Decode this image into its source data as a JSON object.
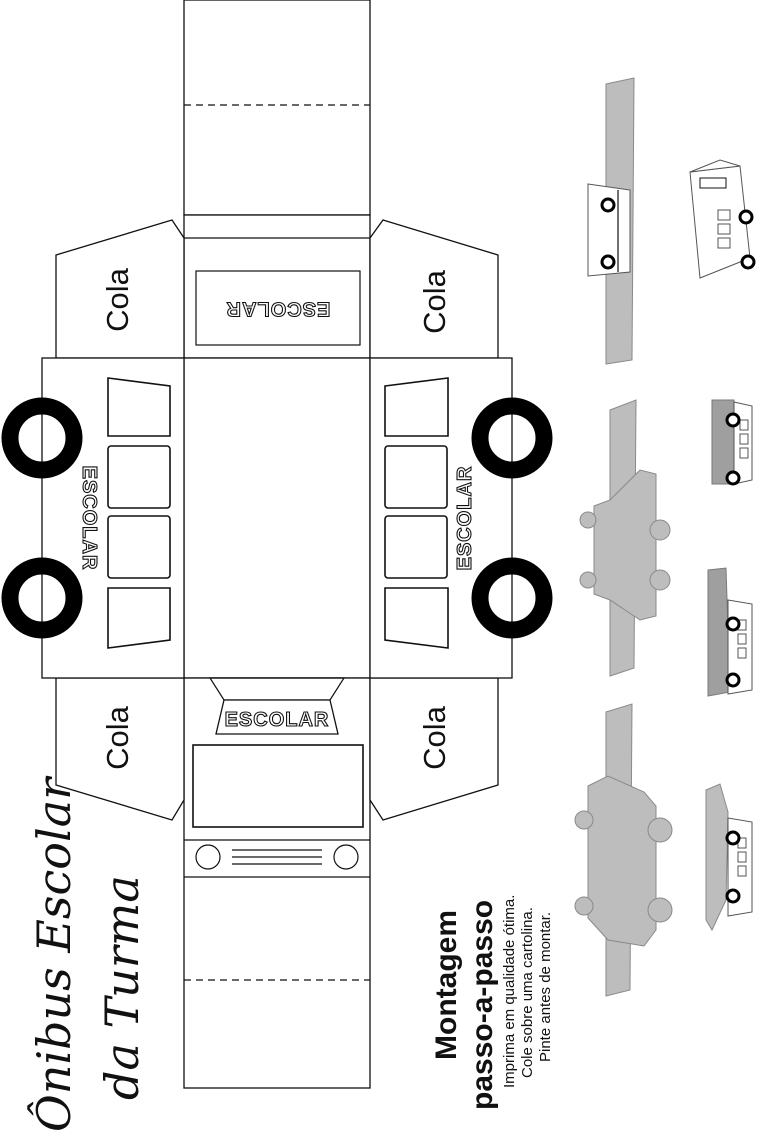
{
  "title": {
    "line1": "Ônibus Escolar",
    "line2": "da Turma"
  },
  "template": {
    "glue_label": "Cola",
    "bus_label": "ESCOLAR"
  },
  "instructions": {
    "heading_line1": "Montagem",
    "heading_line2": "passo-a-passo",
    "steps": [
      "Imprima em qualidade ótima.",
      "Cole sobre uma cartolina.",
      "Pinte antes de montar."
    ]
  },
  "colors": {
    "outline": "#111111",
    "step_fill": "#bdbdbd",
    "step_dark": "#9f9f9f"
  }
}
